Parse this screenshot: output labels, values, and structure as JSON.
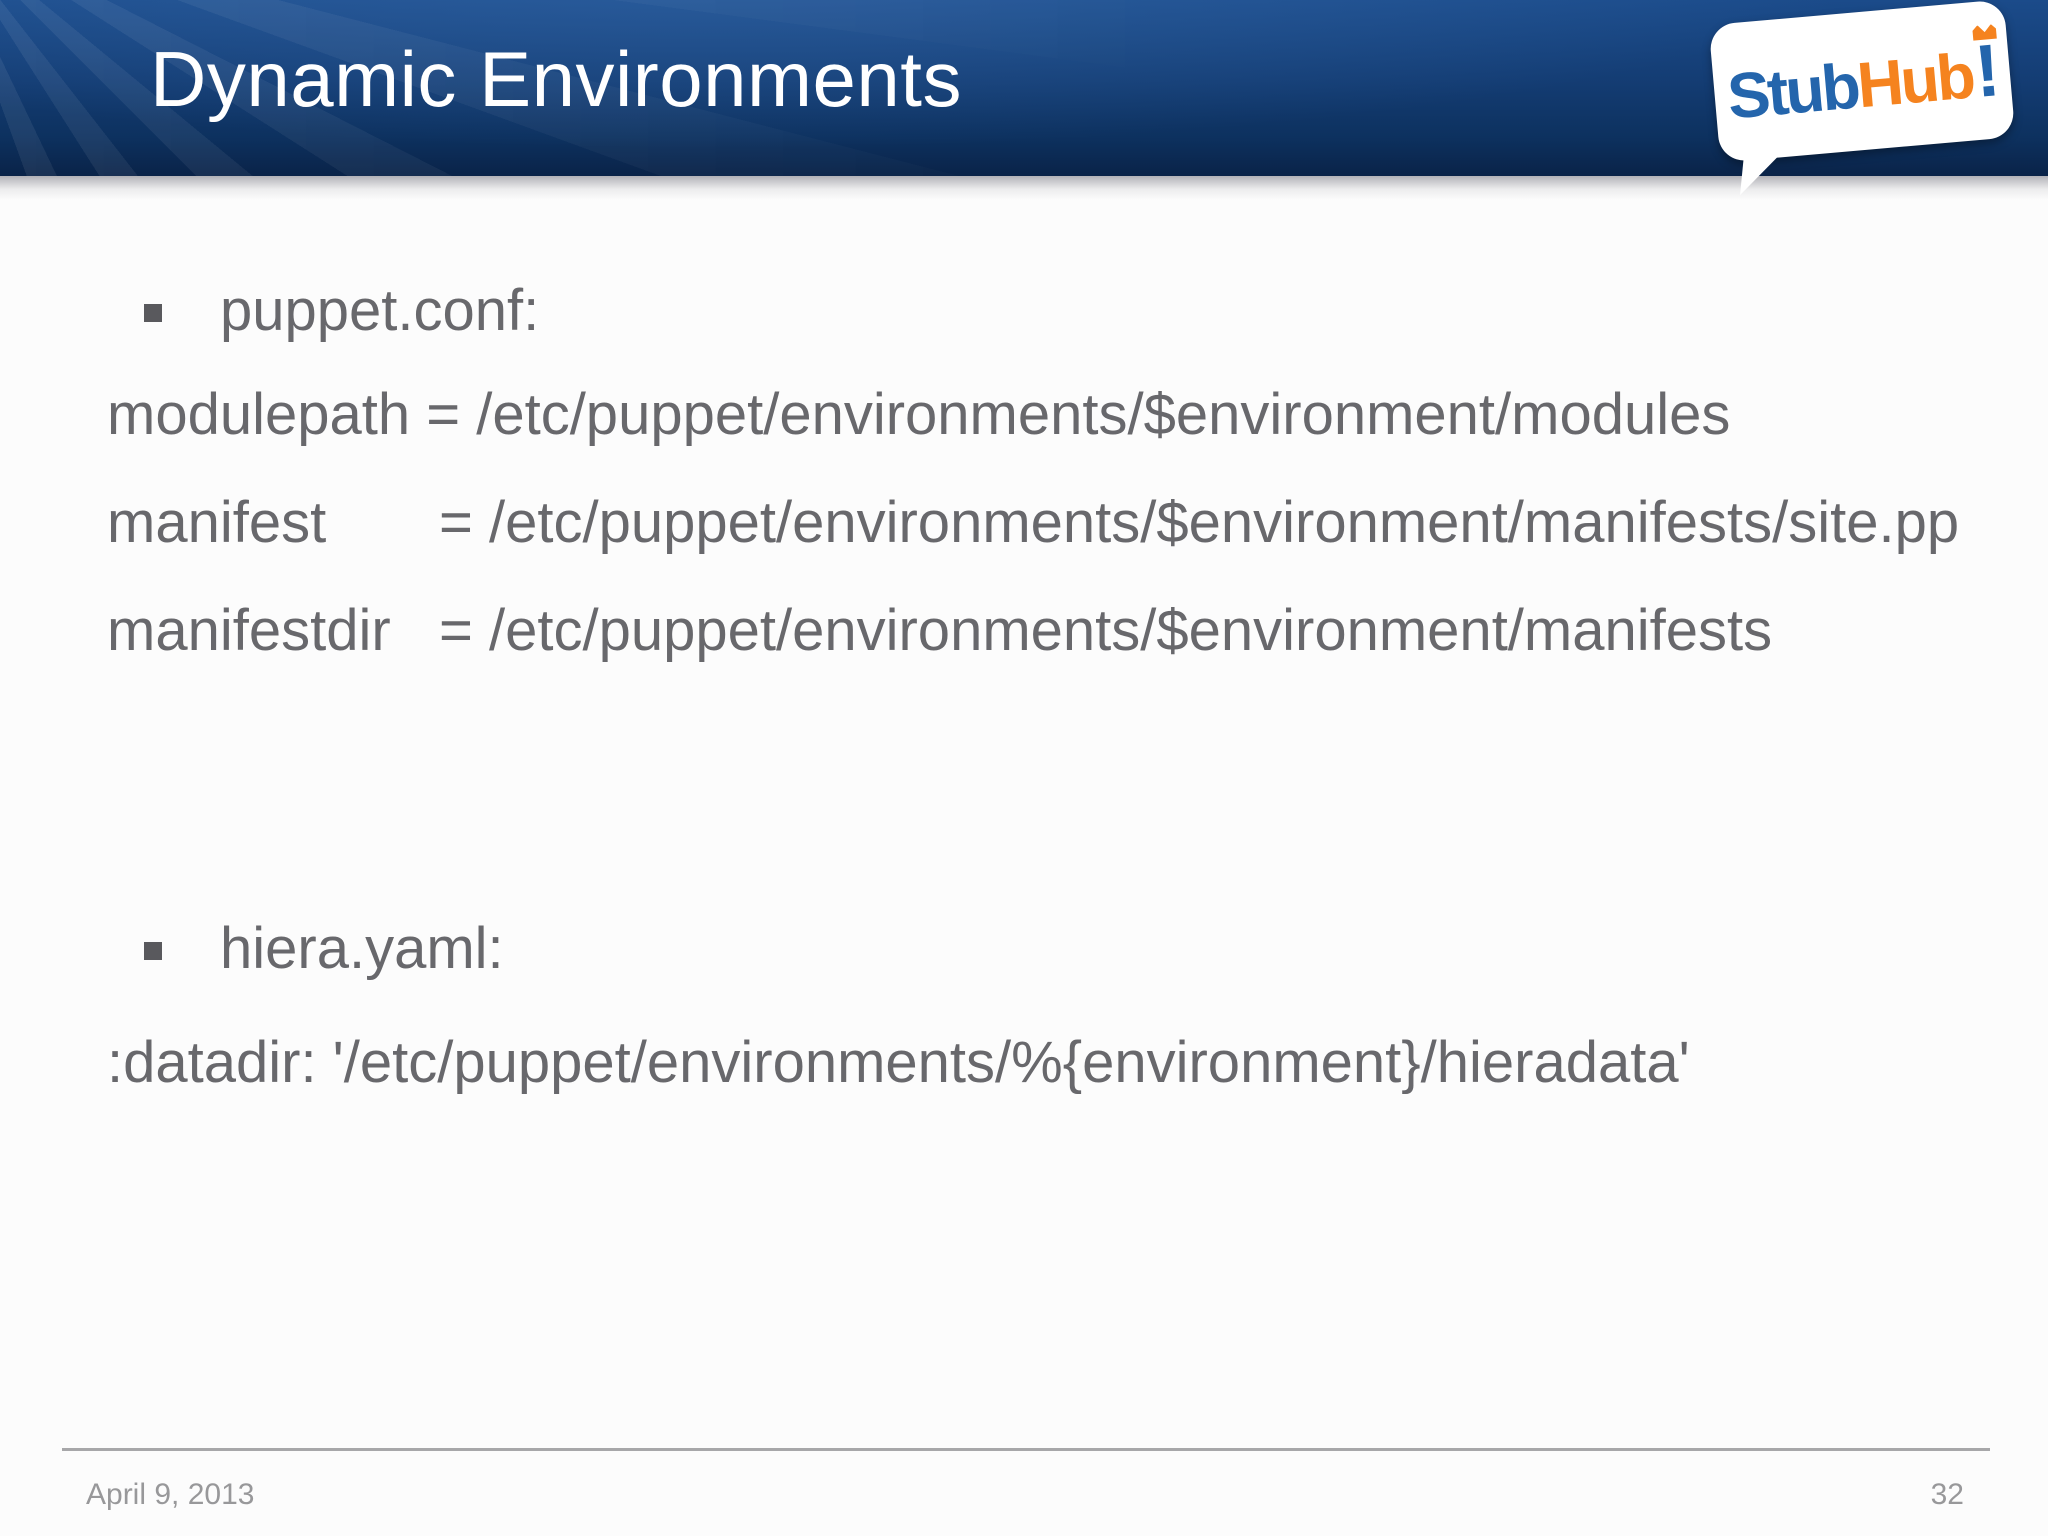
{
  "header": {
    "title": "Dynamic Environments"
  },
  "logo": {
    "stub": "Stub",
    "hub": "Hub",
    "bang": "!"
  },
  "content": {
    "bullet1_label": "puppet.conf:",
    "puppet_lines": [
      "modulepath = /etc/puppet/environments/$environment/modules",
      "manifest       = /etc/puppet/environments/$environment/manifests/site.pp",
      "manifestdir   = /etc/puppet/environments/$environment/manifests"
    ],
    "bullet2_label": "hiera.yaml:",
    "hiera_lines": [
      ":datadir: '/etc/puppet/environments/%{environment}/hieradata'"
    ]
  },
  "footer": {
    "date": "April 9, 2013",
    "page_number": "32"
  },
  "colors": {
    "header_blue_top": "#1b4b8a",
    "header_blue_bottom": "#0a2348",
    "logo_blue": "#2465ac",
    "logo_orange": "#f5831f",
    "body_text": "#68686c",
    "footer_text": "#98989a"
  }
}
